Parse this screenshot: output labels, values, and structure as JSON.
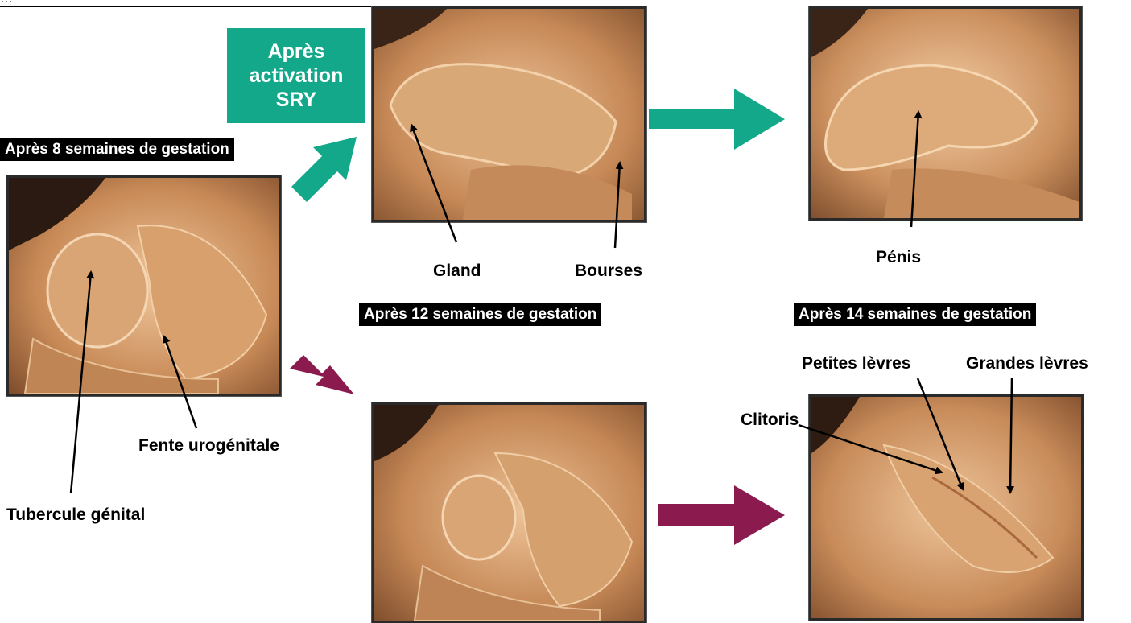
{
  "header_partial": "…",
  "sry_box": {
    "line1": "Après",
    "line2": "activation",
    "line3": "SRY"
  },
  "stage_tags": {
    "week8": "Après 8 semaines de gestation",
    "week12": "Après 12  semaines de gestation",
    "week14": "Après 14  semaines de gestation"
  },
  "labels": {
    "gland": "Gland",
    "bourses": "Bourses",
    "penis": "Pénis",
    "fente": "Fente urogénitale",
    "tubercule": "Tubercule génital",
    "petites_levres": "Petites lèvres",
    "grandes_levres": "Grandes lèvres",
    "clitoris": "Clitoris"
  },
  "colors": {
    "male_arrow": "#13a88a",
    "female_arrow": "#8b1a4f",
    "tissue_light": "#e2b585",
    "tissue_dark": "#9a5d35"
  }
}
